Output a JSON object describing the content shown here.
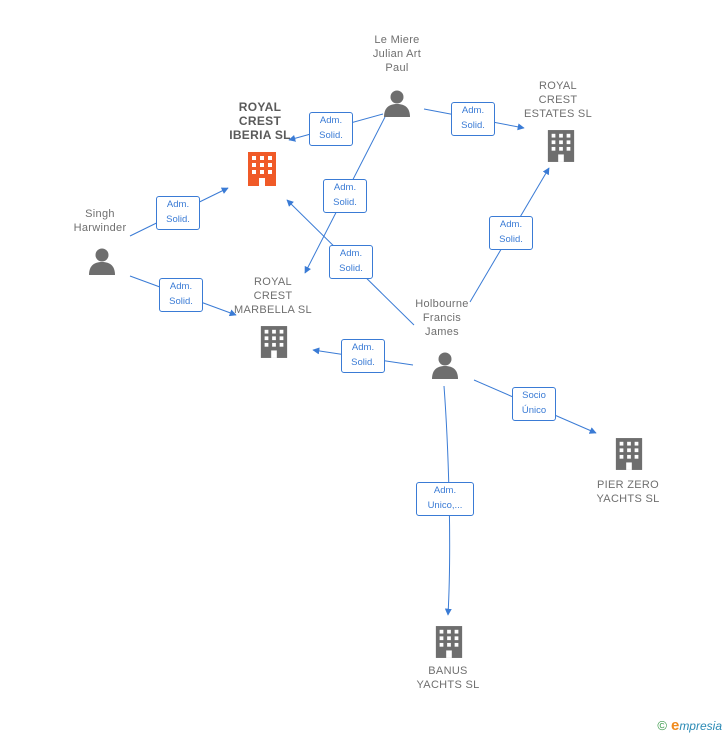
{
  "colors": {
    "edge": "#3a7bd5",
    "company_main": "#f05a28",
    "company": "#6e6e6e",
    "person": "#6e6e6e"
  },
  "nodes": {
    "le_miere": "Le Miere\nJulian Art\nPaul",
    "royal_crest_iberia": "ROYAL\nCREST\nIBERIA  SL",
    "royal_crest_estates": "ROYAL\nCREST\nESTATES  SL",
    "singh": "Singh\nHarwinder",
    "royal_crest_marbella": "ROYAL\nCREST\nMARBELLA  SL",
    "holbourne": "Holbourne\nFrancis\nJames",
    "pier_zero": "PIER ZERO\nYACHTS  SL",
    "banus": "BANUS\nYACHTS  SL"
  },
  "edges": {
    "e1": "Adm.\nSolid.",
    "e2": "Adm.\nSolid.",
    "e3": "Adm.\nSolid.",
    "e4": "Adm.\nSolid.",
    "e5": "Adm.\nSolid.",
    "e6": "Adm.\nSolid.",
    "e7": "Adm.\nSolid.",
    "e8": "Adm.\nSolid.",
    "e9": "Socio\nÚnico",
    "e10": "Adm.\nUnico,..."
  },
  "footer": {
    "copyright": "©",
    "brand_first": "e",
    "brand_rest": "mpresia"
  }
}
